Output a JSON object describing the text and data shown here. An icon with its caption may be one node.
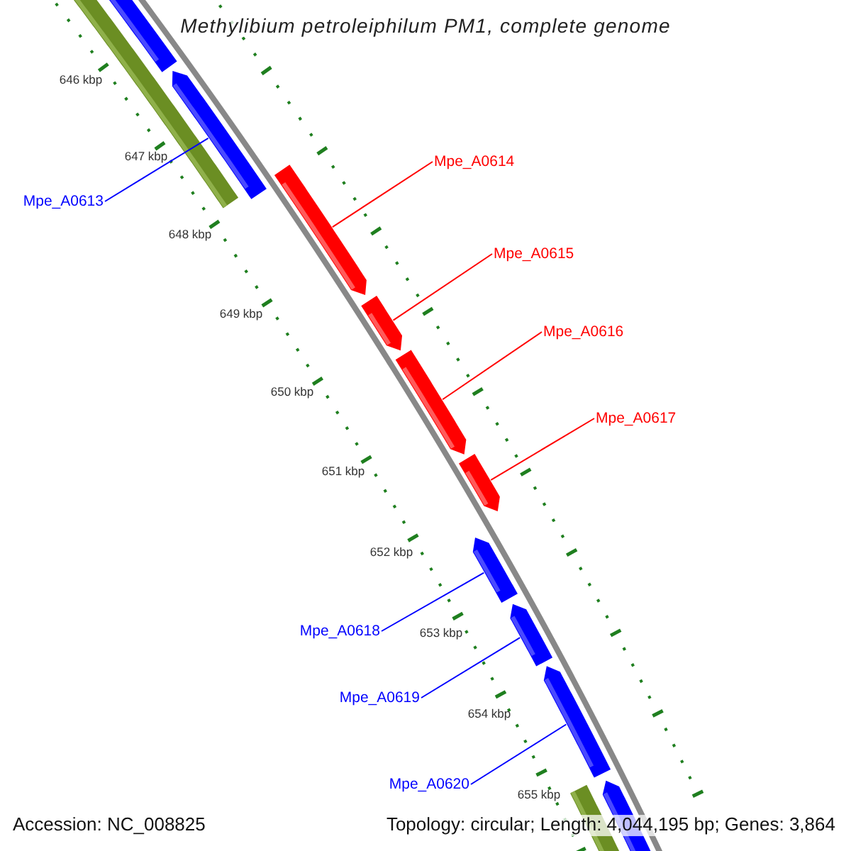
{
  "diagram": {
    "title": "Methylibium petroleiphilum PM1, complete genome",
    "nodes": [
      {
        "text": [
          "Mpe_A0613"
        ]
      },
      {
        "text": [
          "Mpe_A0614"
        ]
      },
      {
        "text": [
          "Mpe_A0615"
        ]
      },
      {
        "text": [
          "Mpe_A0616"
        ]
      },
      {
        "text": [
          "Mpe_A0617"
        ]
      },
      {
        "text": [
          "Mpe_A0618"
        ]
      },
      {
        "text": [
          "Mpe_A0619"
        ]
      },
      {
        "text": [
          "Mpe_A0620"
        ]
      },
      {
        "text": [],
        "shape": "bar"
      },
      {
        "text": [],
        "shape": "bar"
      },
      {
        "text": [],
        "shape": "bar"
      },
      {
        "text": [],
        "shape": "bar"
      },
      {
        "text": [],
        "shape": "bar"
      },
      {
        "text": [],
        "shape": "bar"
      },
      {
        "text": [],
        "shape": "bar"
      },
      {
        "text": [],
        "shape": "bar"
      }
    ],
    "edges": [
      {
        "from": 0,
        "to": 8,
        "arrow": "none",
        "color": "#0000ff"
      },
      {
        "from": 1,
        "to": 9,
        "arrow": "none",
        "color": "#ff0000"
      },
      {
        "from": 2,
        "to": 10,
        "arrow": "none",
        "color": "#ff0000"
      },
      {
        "from": 3,
        "to": 11,
        "arrow": "none",
        "color": "#ff0000"
      },
      {
        "from": 4,
        "to": 12,
        "arrow": "none",
        "color": "#ff0000"
      },
      {
        "from": 5,
        "to": 13,
        "arrow": "none",
        "color": "#0000ff"
      },
      {
        "from": 6,
        "to": 14,
        "arrow": "none",
        "color": "#0000ff"
      },
      {
        "from": 7,
        "to": 15,
        "arrow": "none",
        "color": "#0000ff"
      }
    ],
    "labels": [
      "646 kbp",
      "647 kbp",
      "648 kbp",
      "649 kbp",
      "650 kbp",
      "651 kbp",
      "652 kbp",
      "653 kbp",
      "654 kbp",
      "655 kbp",
      "Accession: NC_008825",
      "Topology: circular; Length: 4,044,195 bp; Genes: 3,864"
    ]
  }
}
